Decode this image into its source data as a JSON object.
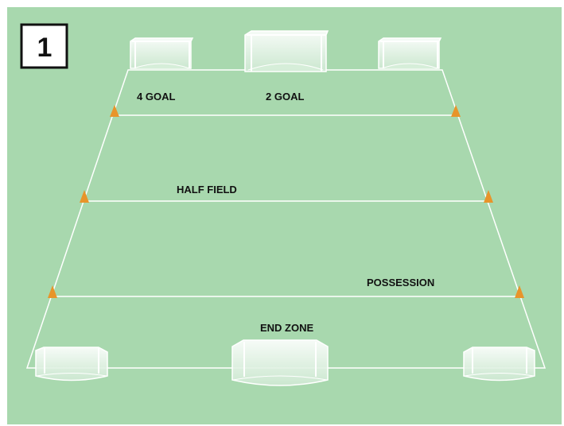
{
  "diagram": {
    "badge": "1",
    "zones": [
      {
        "id": "four-goal",
        "label": "4 GOAL"
      },
      {
        "id": "two-goal",
        "label": "2 GOAL"
      },
      {
        "id": "half-field",
        "label": "HALF FIELD"
      },
      {
        "id": "possession",
        "label": "POSSESSION"
      },
      {
        "id": "end-zone",
        "label": "END ZONE"
      }
    ],
    "colors": {
      "field": "#a8d8ae",
      "lines": "#ffffff",
      "cones": "#e8942a",
      "goals": "#e6f4e8",
      "badge_border": "#111111"
    },
    "cone_count": 6,
    "goal_count": 6
  }
}
